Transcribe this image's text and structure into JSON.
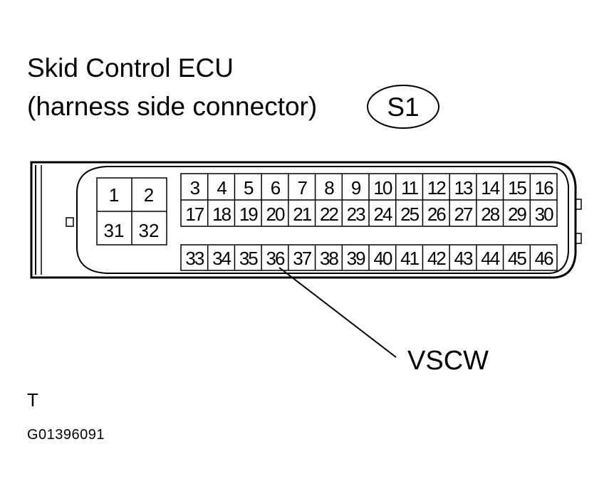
{
  "title_line1": "Skid Control ECU",
  "title_line2": "(harness side connector)",
  "connector_id": "S1",
  "left_block": [
    "1",
    "2",
    "31",
    "32"
  ],
  "top_row": [
    "3",
    "4",
    "5",
    "6",
    "7",
    "8",
    "9",
    "10",
    "11",
    "12",
    "13",
    "14",
    "15",
    "16"
  ],
  "middle_row": [
    "17",
    "18",
    "19",
    "20",
    "21",
    "22",
    "23",
    "24",
    "25",
    "26",
    "27",
    "28",
    "29",
    "30"
  ],
  "bottom_row": [
    "33",
    "34",
    "35",
    "36",
    "37",
    "38",
    "39",
    "40",
    "41",
    "42",
    "43",
    "44",
    "45",
    "46"
  ],
  "callout": {
    "label": "VSCW",
    "pin": "36"
  },
  "footer_letter": "T",
  "figure_code": "G01396091"
}
